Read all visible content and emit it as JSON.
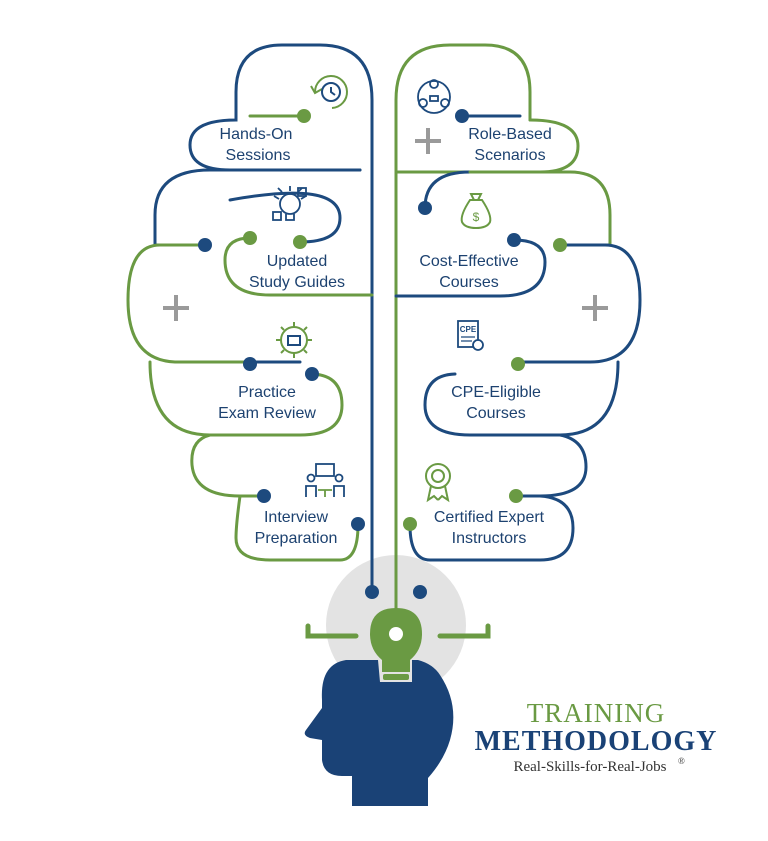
{
  "colors": {
    "navy": "#1d4a7e",
    "green": "#6a9a43",
    "gray_plus": "#9a9a9a",
    "head": "#1a4276",
    "halo": "#e3e3e3"
  },
  "left_branches": [
    {
      "line1": "Hands-On",
      "line2": "Sessions",
      "icon": "clock-refresh-icon"
    },
    {
      "line1": "Updated",
      "line2": "Study Guides",
      "icon": "lightbulb-puzzle-icon"
    },
    {
      "line1": "Practice",
      "line2": "Exam Review",
      "icon": "gear-fist-icon"
    },
    {
      "line1": "Interview",
      "line2": "Preparation",
      "icon": "people-meeting-icon"
    }
  ],
  "right_branches": [
    {
      "line1": "Role-Based",
      "line2": "Scenarios",
      "icon": "roles-network-icon"
    },
    {
      "line1": "Cost-Effective",
      "line2": "Courses",
      "icon": "money-bag-icon"
    },
    {
      "line1": "CPE-Eligible",
      "line2": "Courses",
      "icon": "cpe-certificate-icon"
    },
    {
      "line1": "Certified Expert",
      "line2": "Instructors",
      "icon": "award-ribbon-icon"
    }
  ],
  "brand": {
    "line1": "TRAINING",
    "line2": "METHODOLOGY",
    "line3": "Real-Skills-for-Real-Jobs",
    "trademark": "®"
  }
}
